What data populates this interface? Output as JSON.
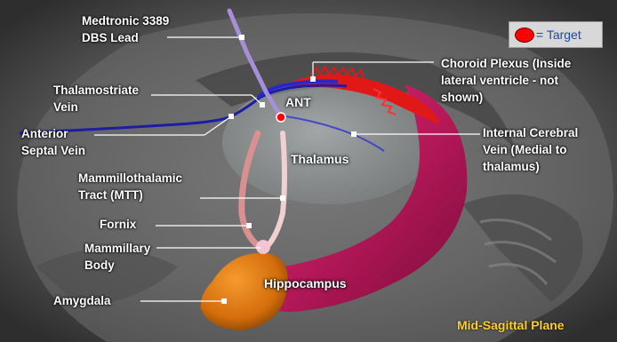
{
  "legend": {
    "marker_color": "#ff0000",
    "text": "= Target",
    "text_color": "#1a4aa0"
  },
  "labels": {
    "dbs_lead": "Medtronic 3389\nDBS Lead",
    "choroid_plexus": "Choroid Plexus (Inside\nlateral ventricle - not\nshown)",
    "thalamostriate_vein": "Thalamostriate\nVein",
    "ant": "ANT",
    "anterior_septal_vein": "Anterior\nSeptal Vein",
    "internal_cerebral_vein": "Internal Cerebral\nVein (Medial to\nthalamus)",
    "thalamus": "Thalamus",
    "mtt": "Mammillothalamic\nTract (MTT)",
    "fornix": "Fornix",
    "mammillary_body": "Mammillary\nBody",
    "amygdala": "Amygdala",
    "hippocampus": "Hippocampus",
    "plane": "Mid-Sagittal Plane"
  },
  "colors": {
    "plane_label": "#ffd21f",
    "vein": "#1c1ca8",
    "hippocampus": "#b8195a",
    "amygdala": "#e07a12",
    "choroid": "#e01818",
    "lead": "#a78fd8",
    "tract": "#e6b0b0"
  }
}
